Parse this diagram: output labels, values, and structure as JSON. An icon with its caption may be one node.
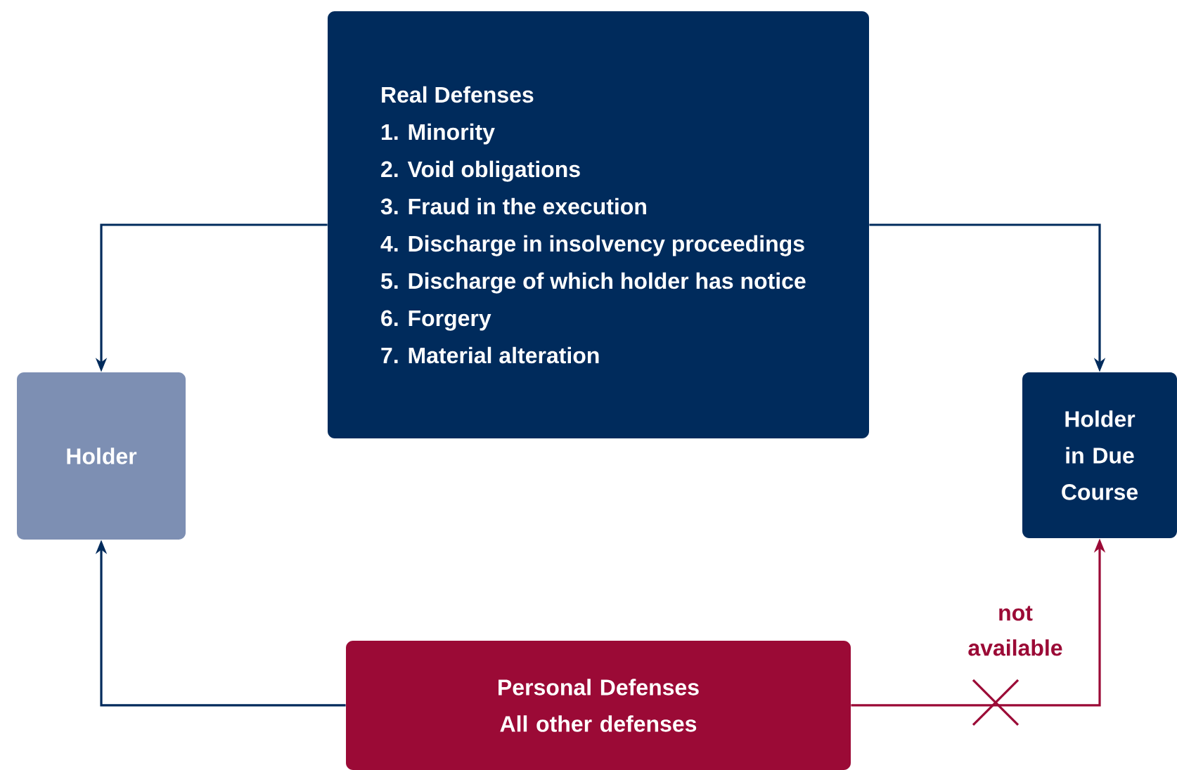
{
  "diagram": {
    "nodes": [
      {
        "text": [
          "Real Defenses",
          "1. Minority",
          "2. Void obligations",
          "3. Fraud in the execution",
          "4. Discharge in insolvency proceedings",
          "5. Discharge of which holder has notice",
          "6. Forgery",
          "7. Material alteration"
        ]
      },
      {
        "text": [
          "Holder"
        ]
      },
      {
        "text": [
          "Holder in Due Course"
        ]
      },
      {
        "text": [
          "Personal Defenses",
          "All other defenses"
        ]
      }
    ],
    "edges": [
      {
        "from": 0,
        "to": 1,
        "arrow": "to"
      },
      {
        "from": 0,
        "to": 2,
        "arrow": "to"
      },
      {
        "from": 3,
        "to": 1,
        "arrow": "to"
      },
      {
        "from": 3,
        "to": 2,
        "arrow": "to",
        "color": "#9b0a36",
        "label": "not available"
      }
    ]
  }
}
